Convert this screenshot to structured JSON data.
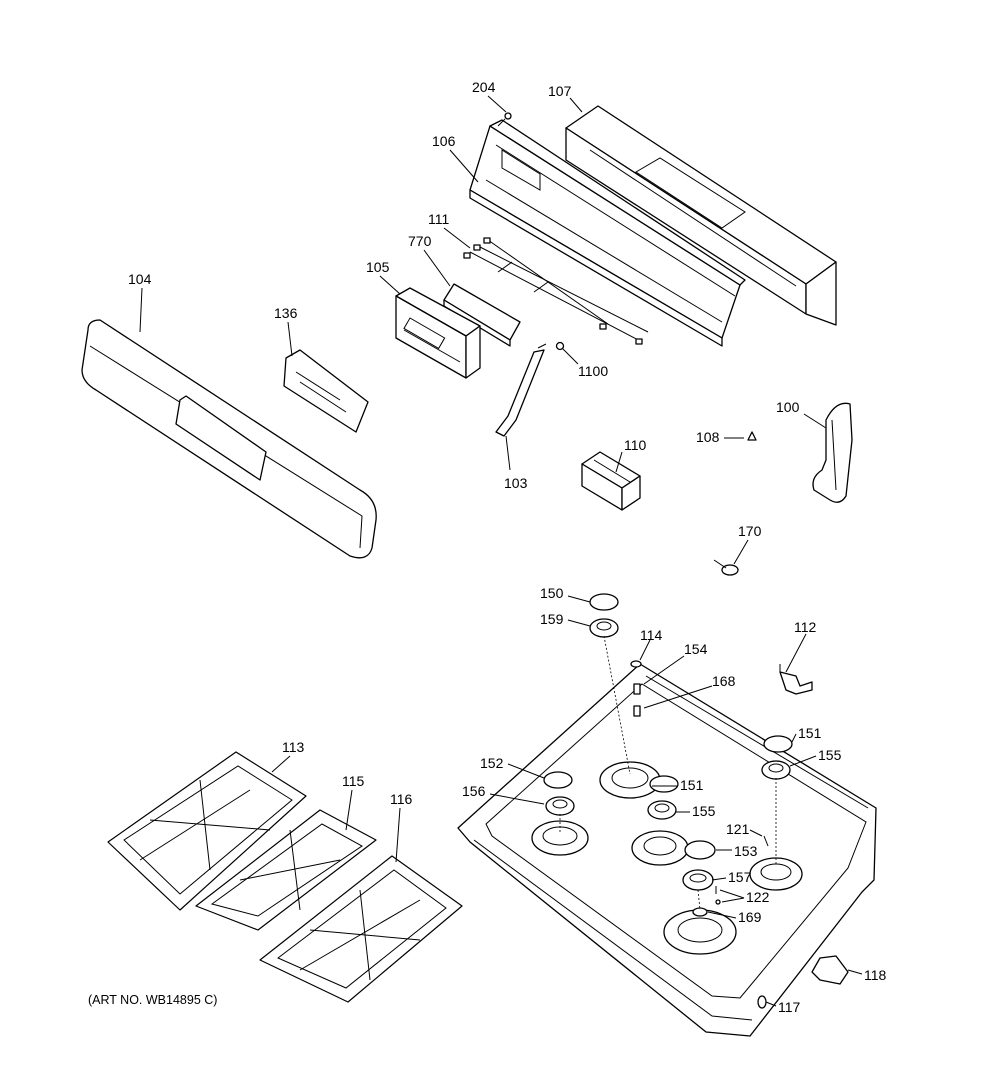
{
  "diagram": {
    "art_number": "(ART NO. WB14895 C)",
    "labels": {
      "p204": "204",
      "p107": "107",
      "p106": "106",
      "p111": "111",
      "p770": "770",
      "p105": "105",
      "p104": "104",
      "p136": "136",
      "p1100": "1100",
      "p103": "103",
      "p110": "110",
      "p108": "108",
      "p100": "100",
      "p170": "170",
      "p150": "150",
      "p159": "159",
      "p114": "114",
      "p154": "154",
      "p168": "168",
      "p112": "112",
      "p151a": "151",
      "p155a": "155",
      "p152": "152",
      "p151b": "151",
      "p156": "156",
      "p155b": "155",
      "p121": "121",
      "p153": "153",
      "p157": "157",
      "p122": "122",
      "p169": "169",
      "p118": "118",
      "p117": "117",
      "p113": "113",
      "p115": "115",
      "p116": "116"
    }
  }
}
